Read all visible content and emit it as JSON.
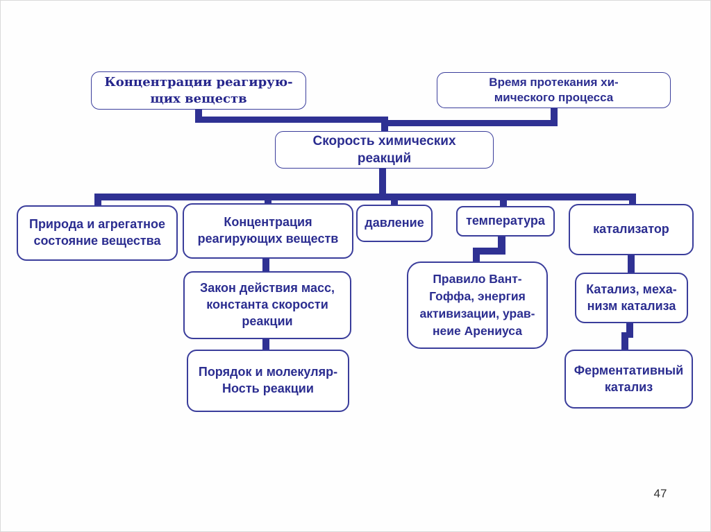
{
  "slide": {
    "page_number": "47",
    "colors": {
      "connector_line": "#2f3193",
      "box_border": "#3a3d9b",
      "box_text": "#2b2d90",
      "serif_text": "#26268c",
      "page_number_text": "#303030",
      "background": "#fefefe"
    },
    "nodes": {
      "concentrations_top": "Концентрации реагирую-\nщих веществ",
      "process_time": "Время протекания хи-\nмического процесса",
      "reaction_rate": "Скорость химических\nреакций",
      "nature_state": "Природа и агрегатное\nсостояние вещества",
      "concentration_reagents": "Концентрация\nреагирующих веществ",
      "pressure": "давление",
      "temperature": "температура",
      "catalyst": "катализатор",
      "mass_action_law": "Закон действия масс,\nконстанта скорости\nреакции",
      "order_molecularity": "Порядок и молекуляр-\nНость реакции",
      "vant_hoff_rule": "Правило Вант-\nГоффа, энергия\nактивизации, урав-\nнеие Арениуса",
      "catalysis_mechanism": "Катализ, меха-\nнизм катализа",
      "enzymatic_catalysis": "Ферментативный\nкатализ"
    }
  }
}
